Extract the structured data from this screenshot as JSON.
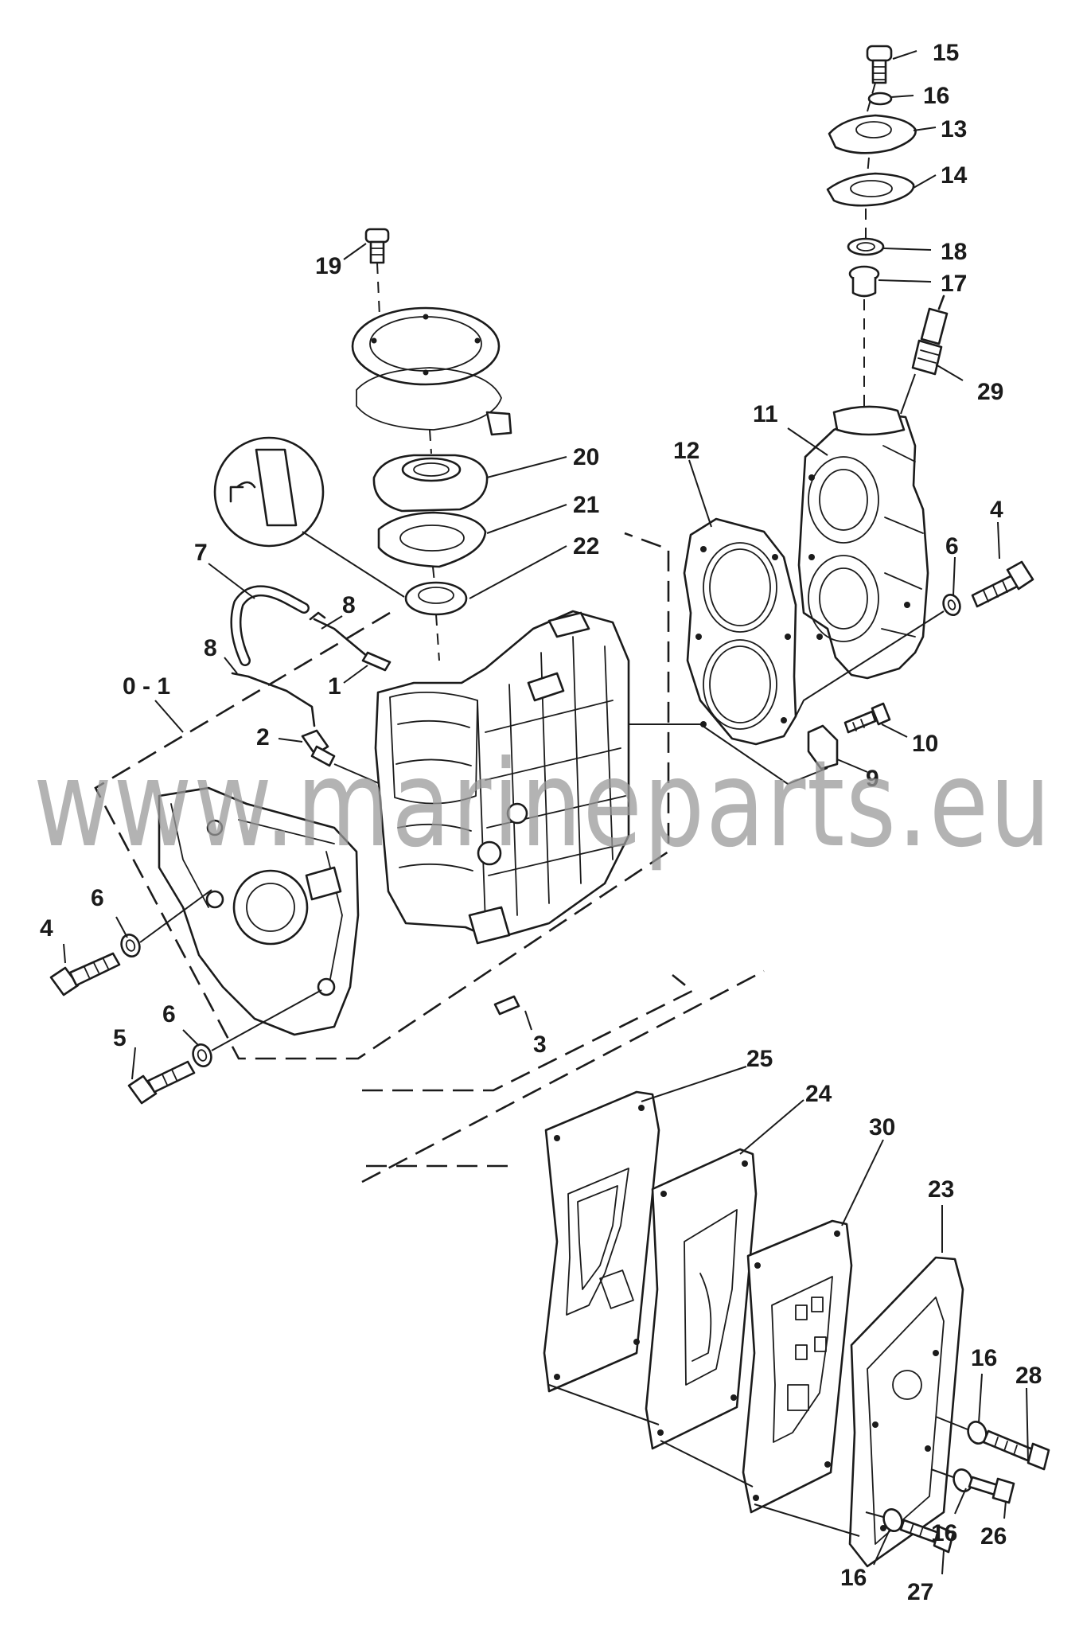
{
  "watermark": "www.marineparts.eu",
  "colors": {
    "ink": "#1b1b1b",
    "watermark": "#9a9a9a",
    "background": "#ffffff"
  },
  "callouts": {
    "c15": "15",
    "c16a": "16",
    "c13": "13",
    "c14": "14",
    "c18": "18",
    "c17": "17",
    "c29": "29",
    "c19": "19",
    "c20": "20",
    "c21": "21",
    "c22": "22",
    "c11": "11",
    "c12": "12",
    "c4a": "4",
    "c6a": "6",
    "c7": "7",
    "c8a": "8",
    "c8b": "8",
    "c1": "1",
    "c01": "0 - 1",
    "c2": "2",
    "c10": "10",
    "c9": "9",
    "c6b": "6",
    "c4b": "4",
    "c6c": "6",
    "c5": "5",
    "c3": "3",
    "c25": "25",
    "c24": "24",
    "c30": "30",
    "c23": "23",
    "c16b": "16",
    "c28": "28",
    "c16c": "16",
    "c26": "26",
    "c16d": "16",
    "c27": "27"
  }
}
